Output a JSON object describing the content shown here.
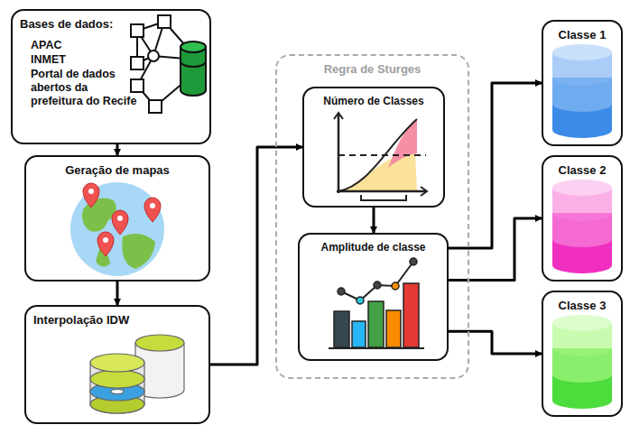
{
  "diagram": {
    "nodes": [
      {
        "text": [
          "Bases de dados:",
          "APAC",
          "INMET",
          "Portal de dados abertos da prefeitura do Recife"
        ]
      },
      {
        "text": [
          "Geração de mapas"
        ]
      },
      {
        "text": [
          "Interpolação IDW"
        ]
      },
      {
        "text": [
          "Regra de Sturges"
        ]
      },
      {
        "text": [
          "Número de Classes"
        ],
        "in": 3
      },
      {
        "text": [
          "Amplitude de classe"
        ],
        "in": 3
      },
      {
        "text": [
          "Classe 1"
        ]
      },
      {
        "text": [
          "Classe 2"
        ]
      },
      {
        "text": [
          "Classe 3"
        ]
      }
    ],
    "edges": [
      {
        "from": 0,
        "to": 1,
        "arrow": "to"
      },
      {
        "from": 1,
        "to": 2,
        "arrow": "to"
      },
      {
        "from": 2,
        "to": 4,
        "arrow": "to"
      },
      {
        "from": 4,
        "to": 5,
        "arrow": "to"
      },
      {
        "from": 5,
        "to": 6,
        "arrow": "to"
      },
      {
        "from": 5,
        "to": 7,
        "arrow": "to"
      },
      {
        "from": 5,
        "to": 8,
        "arrow": "to"
      }
    ]
  }
}
